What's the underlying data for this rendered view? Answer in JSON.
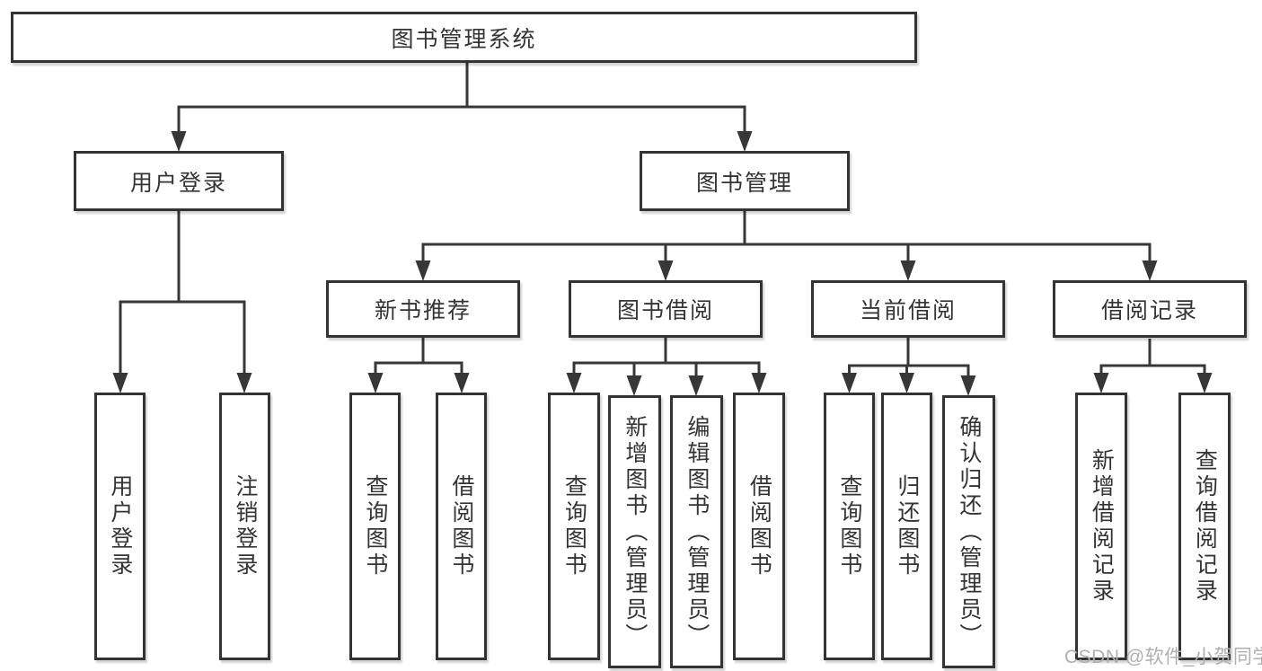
{
  "tree": {
    "label": "图书管理系统",
    "children": [
      {
        "label": "用户登录",
        "children": [
          {
            "label": "用户登录"
          },
          {
            "label": "注销登录"
          }
        ]
      },
      {
        "label": "图书管理",
        "children": [
          {
            "label": "新书推荐",
            "children": [
              {
                "label": "查询图书"
              },
              {
                "label": "借阅图书"
              }
            ]
          },
          {
            "label": "图书借阅",
            "children": [
              {
                "label": "查询图书"
              },
              {
                "label": "新增图书（管理员）"
              },
              {
                "label": "编辑图书（管理员）"
              },
              {
                "label": "借阅图书"
              }
            ]
          },
          {
            "label": "当前借阅",
            "children": [
              {
                "label": "查询图书"
              },
              {
                "label": "归还图书"
              },
              {
                "label": "确认归还（管理员）"
              }
            ]
          },
          {
            "label": "借阅记录",
            "children": [
              {
                "label": "新增借阅记录"
              },
              {
                "label": "查询借阅记录"
              }
            ]
          }
        ]
      }
    ]
  },
  "watermark": {
    "text": "CSDN @软件_小贺同学",
    "color": "#b0b0b0"
  },
  "colors": {
    "line": "#373737",
    "box_border": "#333333",
    "text": "#343434",
    "background": "#ffffff"
  }
}
